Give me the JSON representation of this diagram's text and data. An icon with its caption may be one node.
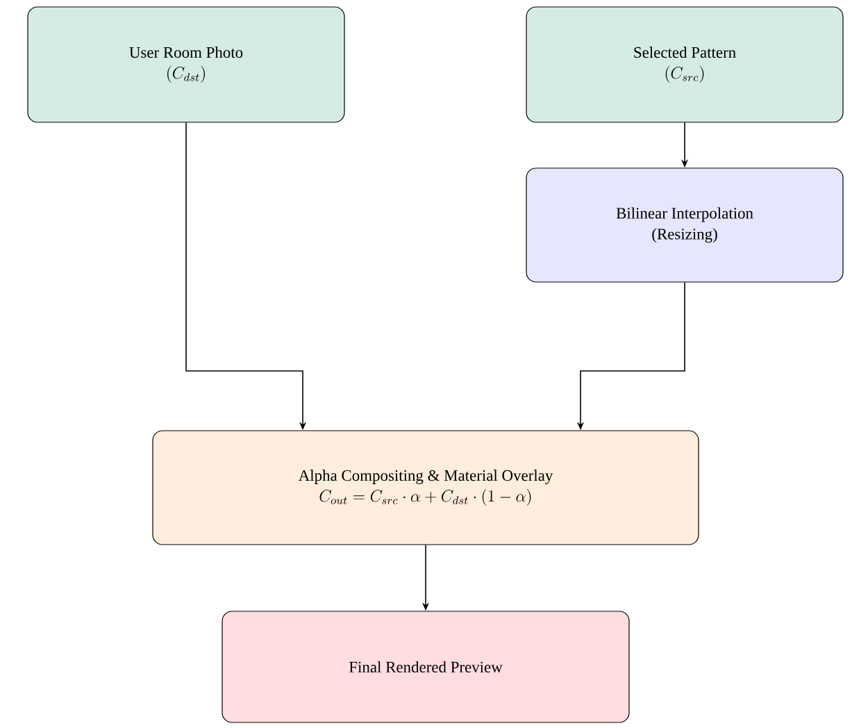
{
  "diagram": {
    "nodes": [
      {
        "text": [
          "User Room Photo",
          "(C_{dst})"
        ]
      },
      {
        "text": [
          "Selected Pattern",
          "(C_{src})"
        ]
      },
      {
        "text": [
          "Bilinear Interpolation",
          "(Resizing)"
        ]
      },
      {
        "text": [
          "Alpha Compositing & Material Overlay",
          "C_{out} = C_{src} \\cdot \\alpha + C_{dst} \\cdot (1-\\alpha)"
        ]
      },
      {
        "text": [
          "Final Rendered Preview"
        ]
      }
    ],
    "edges": [
      {
        "from": 0,
        "to": 3,
        "arrow": "to"
      },
      {
        "from": 1,
        "to": 2,
        "arrow": "to"
      },
      {
        "from": 2,
        "to": 3,
        "arrow": "to"
      },
      {
        "from": 3,
        "to": 4,
        "arrow": "to"
      }
    ]
  }
}
